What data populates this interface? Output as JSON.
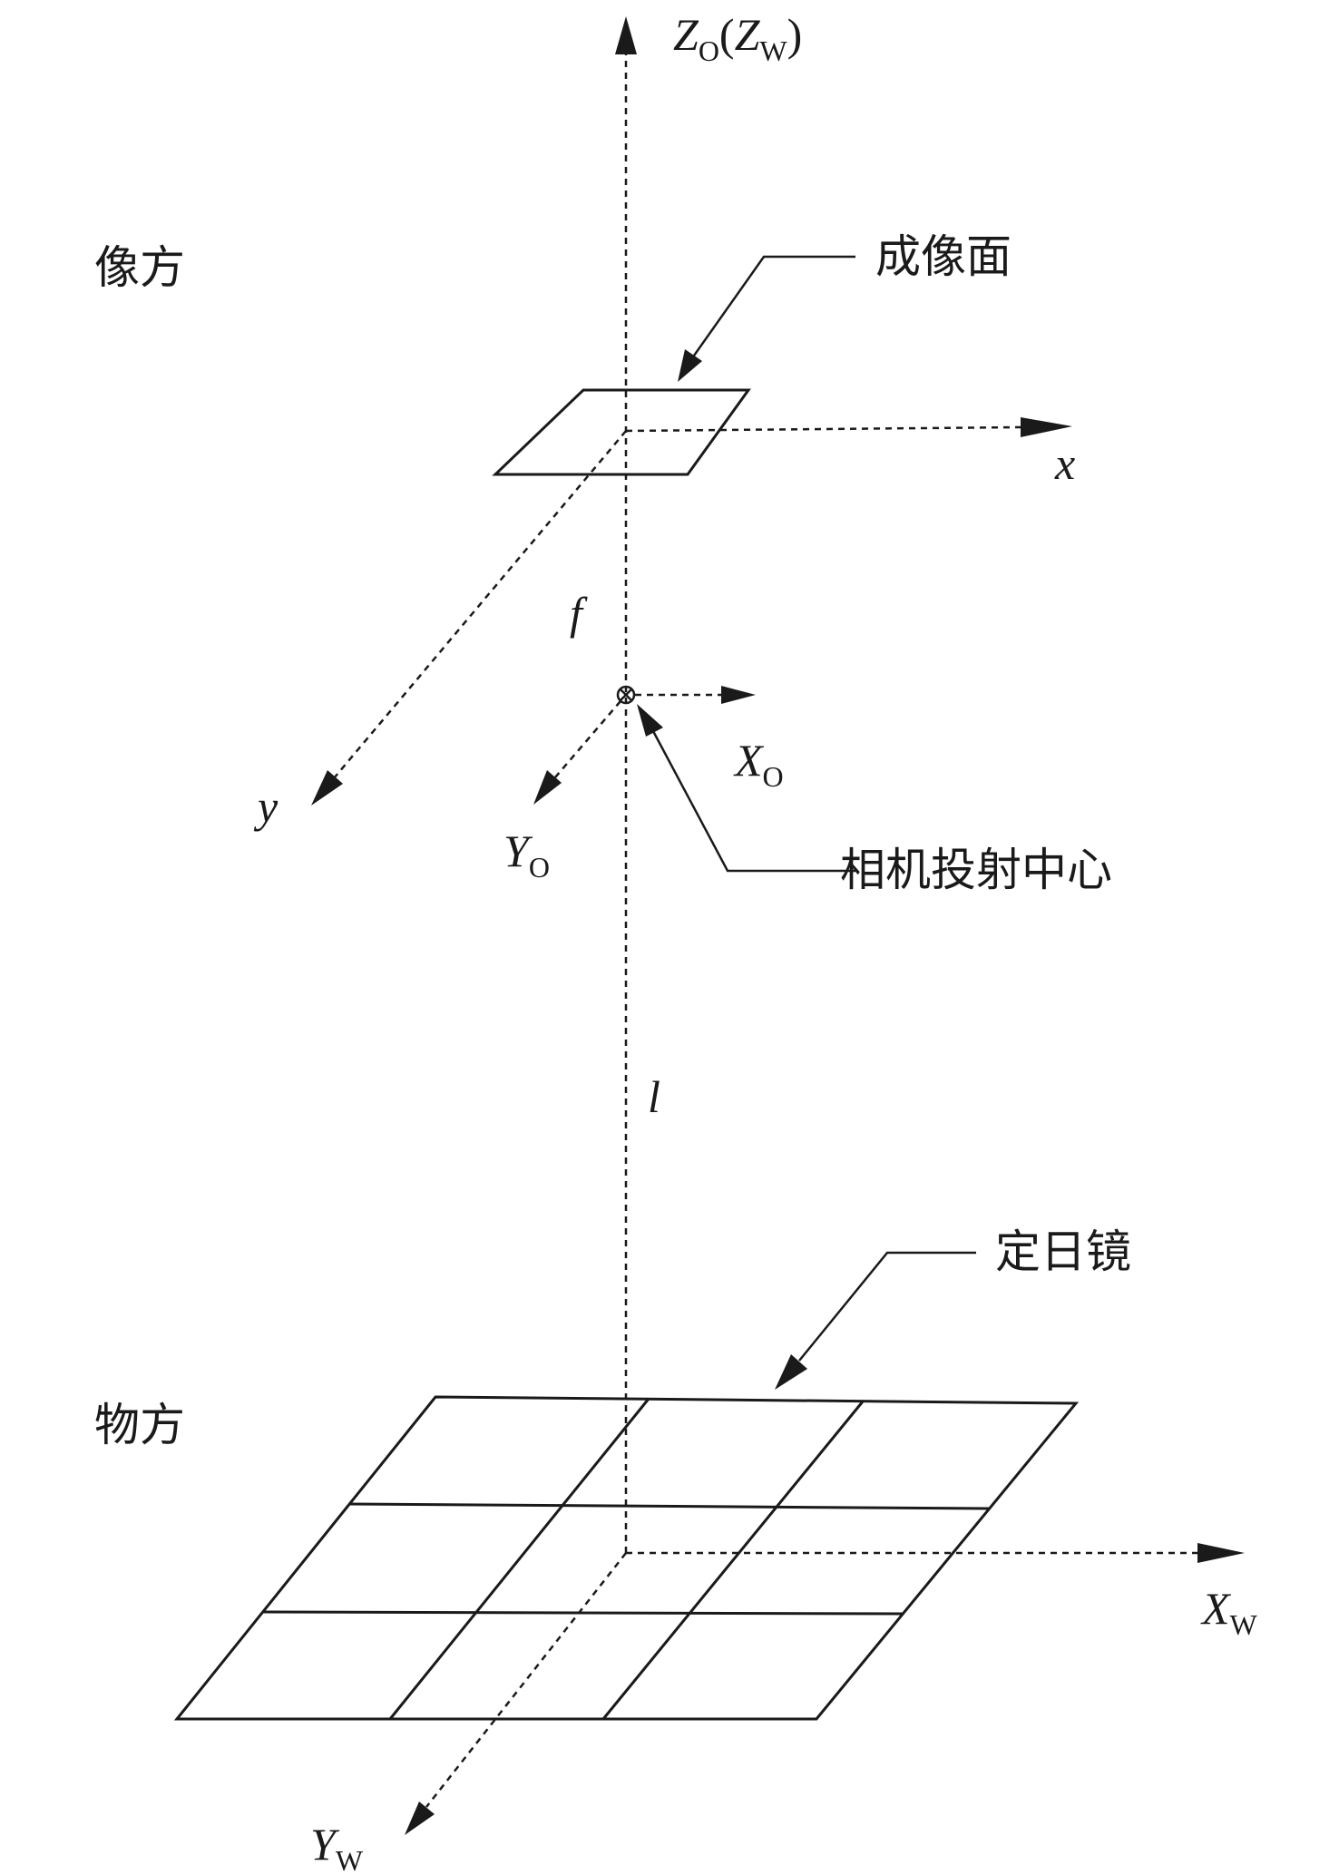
{
  "labels": {
    "image_side": "像方",
    "object_side": "物方",
    "imaging_plane": "成像面",
    "projection_center": "相机投射中心",
    "heliostat": "定日镜",
    "focal_length": "f",
    "distance": "l"
  },
  "axes": {
    "z_axis": {
      "main": "Z",
      "sub": "O",
      "paren_open": "(",
      "second": "Z",
      "second_sub": "W",
      "paren_close": ")"
    },
    "image_x": {
      "main": "x"
    },
    "image_y": {
      "main": "y"
    },
    "camera_x": {
      "main": "X",
      "sub": "O"
    },
    "camera_y": {
      "main": "Y",
      "sub": "O"
    },
    "world_x": {
      "main": "X",
      "sub": "W"
    },
    "world_y": {
      "main": "Y",
      "sub": "W"
    }
  },
  "style": {
    "line_color": "#1a1a1a",
    "background": "#ffffff"
  }
}
